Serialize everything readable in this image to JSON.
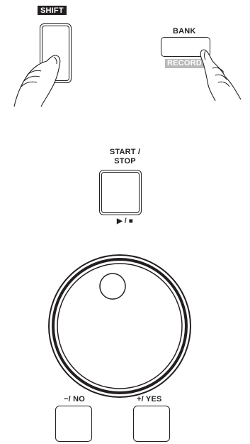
{
  "shift": {
    "label": "SHIFT"
  },
  "bank": {
    "label": "BANK",
    "sub_label": "RECORD"
  },
  "start_stop": {
    "label_line1": "START /",
    "label_line2": "STOP",
    "symbol": "▶ / ■"
  },
  "dial": {
    "icon": "data-dial-icon"
  },
  "no_button": {
    "label": "−/ NO"
  },
  "yes_button": {
    "label": "+/ YES"
  },
  "colors": {
    "ink": "#231f20",
    "record_grey": "#b9b9b9",
    "background": "#ffffff"
  }
}
